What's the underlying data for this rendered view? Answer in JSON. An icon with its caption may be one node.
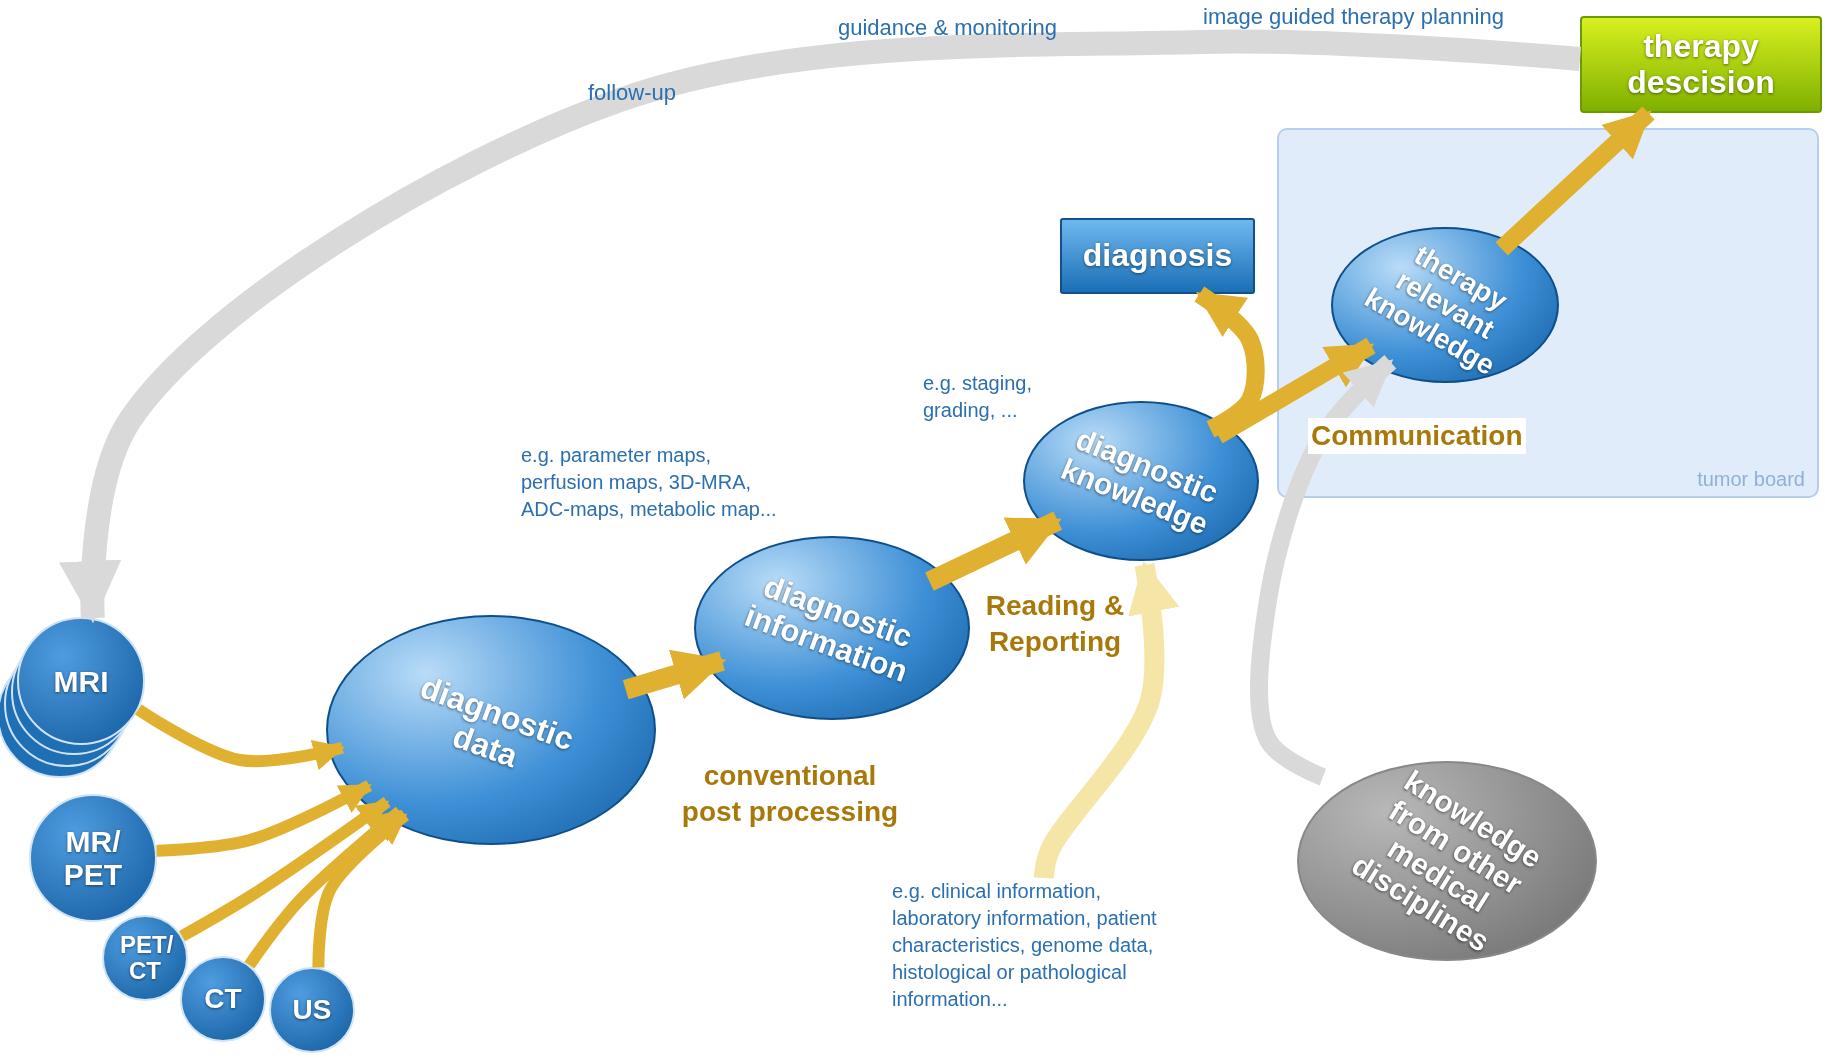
{
  "diagram": {
    "nodes": [
      {
        "text": [
          "therapy descision"
        ]
      },
      {
        "text": [
          "tumor board"
        ]
      },
      {
        "text": [
          "diagnosis"
        ]
      },
      {
        "text": [
          "therapy relevant knowledge"
        ],
        "in": 1
      },
      {
        "text": [
          "diagnostic knowledge"
        ]
      },
      {
        "text": [
          "diagnostic information"
        ]
      },
      {
        "text": [
          "diagnostic data"
        ]
      },
      {
        "text": [
          "MRI"
        ]
      },
      {
        "text": [
          "MR/ PET"
        ]
      },
      {
        "text": [
          "PET/ CT"
        ]
      },
      {
        "text": [
          "CT"
        ]
      },
      {
        "text": [
          "US"
        ]
      },
      {
        "text": [
          "knowledge from other medical disciplines"
        ]
      },
      {
        "text": [
          "e.g. clinical information, laboratory information, patient characteristics, genome data, histological or pathological information..."
        ]
      }
    ],
    "edges": [
      {
        "from": 0,
        "to": 7,
        "arrow": "to",
        "label": "guidance & monitoring",
        "color": "#d9d9d9"
      },
      {
        "from": 7,
        "to": 6,
        "arrow": "to"
      },
      {
        "from": 8,
        "to": 6,
        "arrow": "to"
      },
      {
        "from": 9,
        "to": 6,
        "arrow": "to"
      },
      {
        "from": 10,
        "to": 6,
        "arrow": "to"
      },
      {
        "from": 11,
        "to": 6,
        "arrow": "to"
      },
      {
        "from": 6,
        "to": 5,
        "arrow": "to",
        "label": "conventional post processing"
      },
      {
        "from": 5,
        "to": 4,
        "arrow": "to",
        "label": "Reading & Reporting"
      },
      {
        "from": 13,
        "to": 4,
        "arrow": "to",
        "color": "#f5e6a8"
      },
      {
        "from": 4,
        "to": 2,
        "arrow": "to"
      },
      {
        "from": 4,
        "to": 3,
        "arrow": "to",
        "label": "Communication"
      },
      {
        "from": 3,
        "to": 0,
        "arrow": "to"
      },
      {
        "from": 12,
        "to": 3,
        "arrow": "to",
        "color": "#d9d9d9"
      }
    ],
    "labels": [
      "image guided therapy planning",
      "follow-up",
      "e.g. parameter maps, perfusion maps, 3D-MRA, ADC-maps, metabolic map...",
      "e.g. staging, grading, ..."
    ]
  }
}
